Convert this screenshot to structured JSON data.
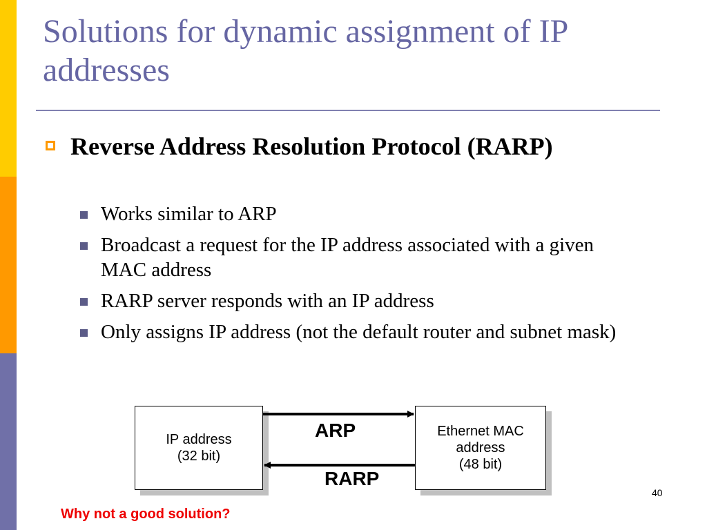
{
  "title": "Solutions for dynamic assignment of IP addresses",
  "bullet": {
    "text": "Reverse Address Resolution Protocol (RARP)"
  },
  "sub_bullets": [
    "Works similar to ARP",
    "Broadcast a request for the IP address associated with a given MAC address",
    "RARP server responds with an IP address",
    "Only assigns IP address (not the default router and subnet mask)"
  ],
  "diagram": {
    "left_box": "IP address\n(32 bit)",
    "right_box": "Ethernet MAC\naddress\n(48 bit)",
    "top_arrow_label": "ARP",
    "bottom_arrow_label": "RARP"
  },
  "page_number": "40",
  "question": "Why not a good solution?",
  "colors": {
    "title": "#6666a3",
    "stripe_top": "#ffcc00",
    "stripe_middle": "#ff9900",
    "stripe_bottom": "#7070a8",
    "bullet_marker": "#ff9900",
    "question": "#ee0000"
  }
}
